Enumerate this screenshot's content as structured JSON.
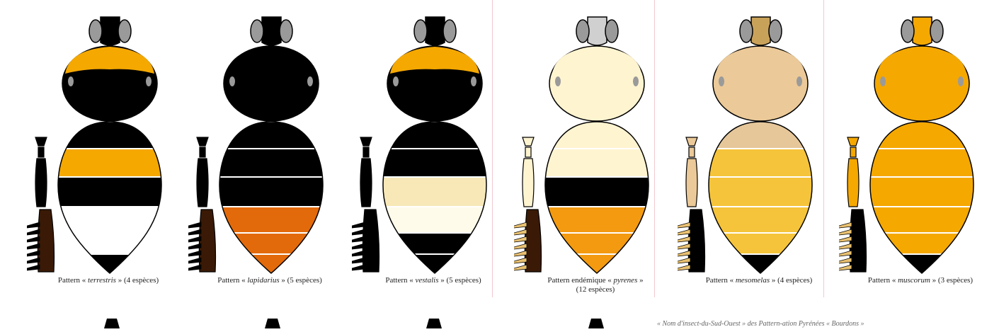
{
  "patterns": [
    {
      "pre": "Pattern « ",
      "name": "terrestris",
      "post": " » (4 espèces)",
      "colors": {
        "head": "#000000",
        "collar": "#f5a800",
        "thorax": "#000000",
        "t1": "#000000",
        "t2": "#f5a800",
        "t3": "#000000",
        "t4": "#ffffff",
        "t5": "#ffffff",
        "t6": "#000000",
        "leg": "#000000",
        "brush": "#3a1a06",
        "spines": "#000000"
      }
    },
    {
      "pre": "Pattern « ",
      "name": "lapidarius",
      "post": " » (5 espèces)",
      "colors": {
        "head": "#000000",
        "collar": "#000000",
        "thorax": "#000000",
        "t1": "#000000",
        "t2": "#000000",
        "t3": "#000000",
        "t4": "#e36a0a",
        "t5": "#e36a0a",
        "t6": "#e36a0a",
        "leg": "#000000",
        "brush": "#3a1a06",
        "spines": "#000000"
      }
    },
    {
      "pre": "Pattern « ",
      "name": "vestalis",
      "post": " » (5 espèces)",
      "colors": {
        "head": "#000000",
        "collar": "#f5a800",
        "thorax": "#000000",
        "t1": "#000000",
        "t2": "#000000",
        "t3": "#f8e8b8",
        "t4": "#fffbea",
        "t5": "#000000",
        "t6": "#000000",
        "leg": "#000000",
        "brush": "#000000",
        "spines": "#000000"
      }
    },
    {
      "pre": "Pattern endémique « ",
      "name": "pyrenes",
      "post": " »",
      "line2": "(12 espèces)",
      "colors": {
        "head": "#d0d0d0",
        "collar": "#fff4d0",
        "thorax": "#fff4d0",
        "t1": "#fff4d0",
        "t2": "#fff4d0",
        "t3": "#000000",
        "t4": "#f39a10",
        "t5": "#f39a10",
        "t6": "#f39a10",
        "leg": "#fff4d0",
        "brush": "#3a1a06",
        "spines": "#e8c070"
      }
    },
    {
      "pre": "Pattern « ",
      "name": "mesomelas",
      "post": " » (4 espèces)",
      "colors": {
        "head": "#c9a25a",
        "collar": "#ebc998",
        "thorax": "#ebc998",
        "t1": "#e6c79a",
        "t2": "#f5c43a",
        "t3": "#f5c43a",
        "t4": "#f5c43a",
        "t5": "#f5c43a",
        "t6": "#000000",
        "leg": "#ebc998",
        "brush": "#000000",
        "spines": "#e8c070"
      }
    },
    {
      "pre": "Pattern « ",
      "name": "muscorum",
      "post": " » (3 espèces)",
      "colors": {
        "head": "#f5a800",
        "collar": "#f5a800",
        "thorax": "#f5a800",
        "t1": "#f5a800",
        "t2": "#f5a800",
        "t3": "#f5a800",
        "t4": "#f5a800",
        "t5": "#f5a800",
        "t6": "#000000",
        "leg": "#f5a800",
        "brush": "#000000",
        "spines": "#e8c070"
      }
    }
  ],
  "footnote": "« Nom d'insect-du-Sud-Ouest » des Pattern-ation Pyrénées « Bourdons »"
}
